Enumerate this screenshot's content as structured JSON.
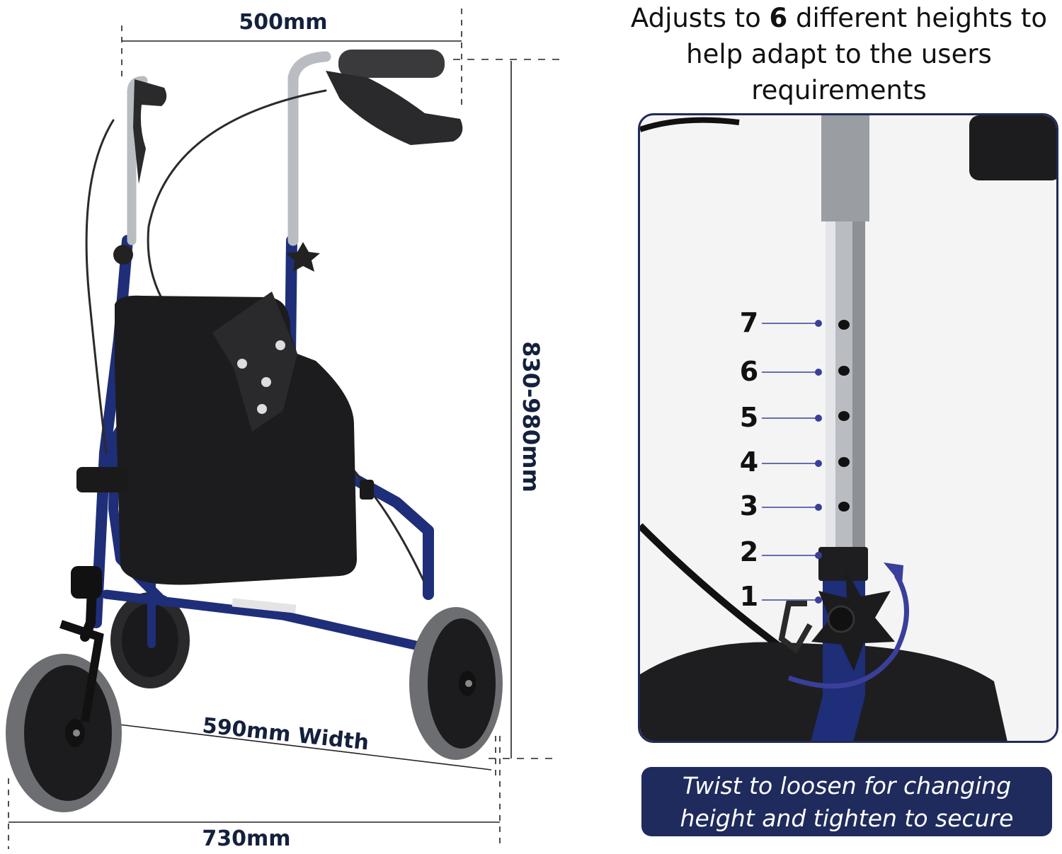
{
  "dimensions": {
    "top_width": "500mm",
    "height": "830-980mm",
    "base_width": "590mm Width",
    "length": "730mm"
  },
  "headline": {
    "prefix": "Adjusts to ",
    "count": "6",
    "suffix": " different heights to help adapt to the users requirements"
  },
  "caption": "Twist to loosen for changing height and tighten to secure",
  "height_positions": [
    "7",
    "6",
    "5",
    "4",
    "3",
    "2",
    "1"
  ],
  "colors": {
    "frame_blue": "#1f2e78",
    "panel_border": "#1f2b5c",
    "caption_bg": "#1f2b5c",
    "label_dark": "#14213d",
    "arrow": "#3a3f9a",
    "bag_black": "#1c1c1e",
    "tyre_grey": "#6d6e72",
    "chrome": "#b9bcc1"
  },
  "icons": {
    "twist_arrow": "curved-arrow-icon",
    "knob": "star-knob-icon"
  }
}
